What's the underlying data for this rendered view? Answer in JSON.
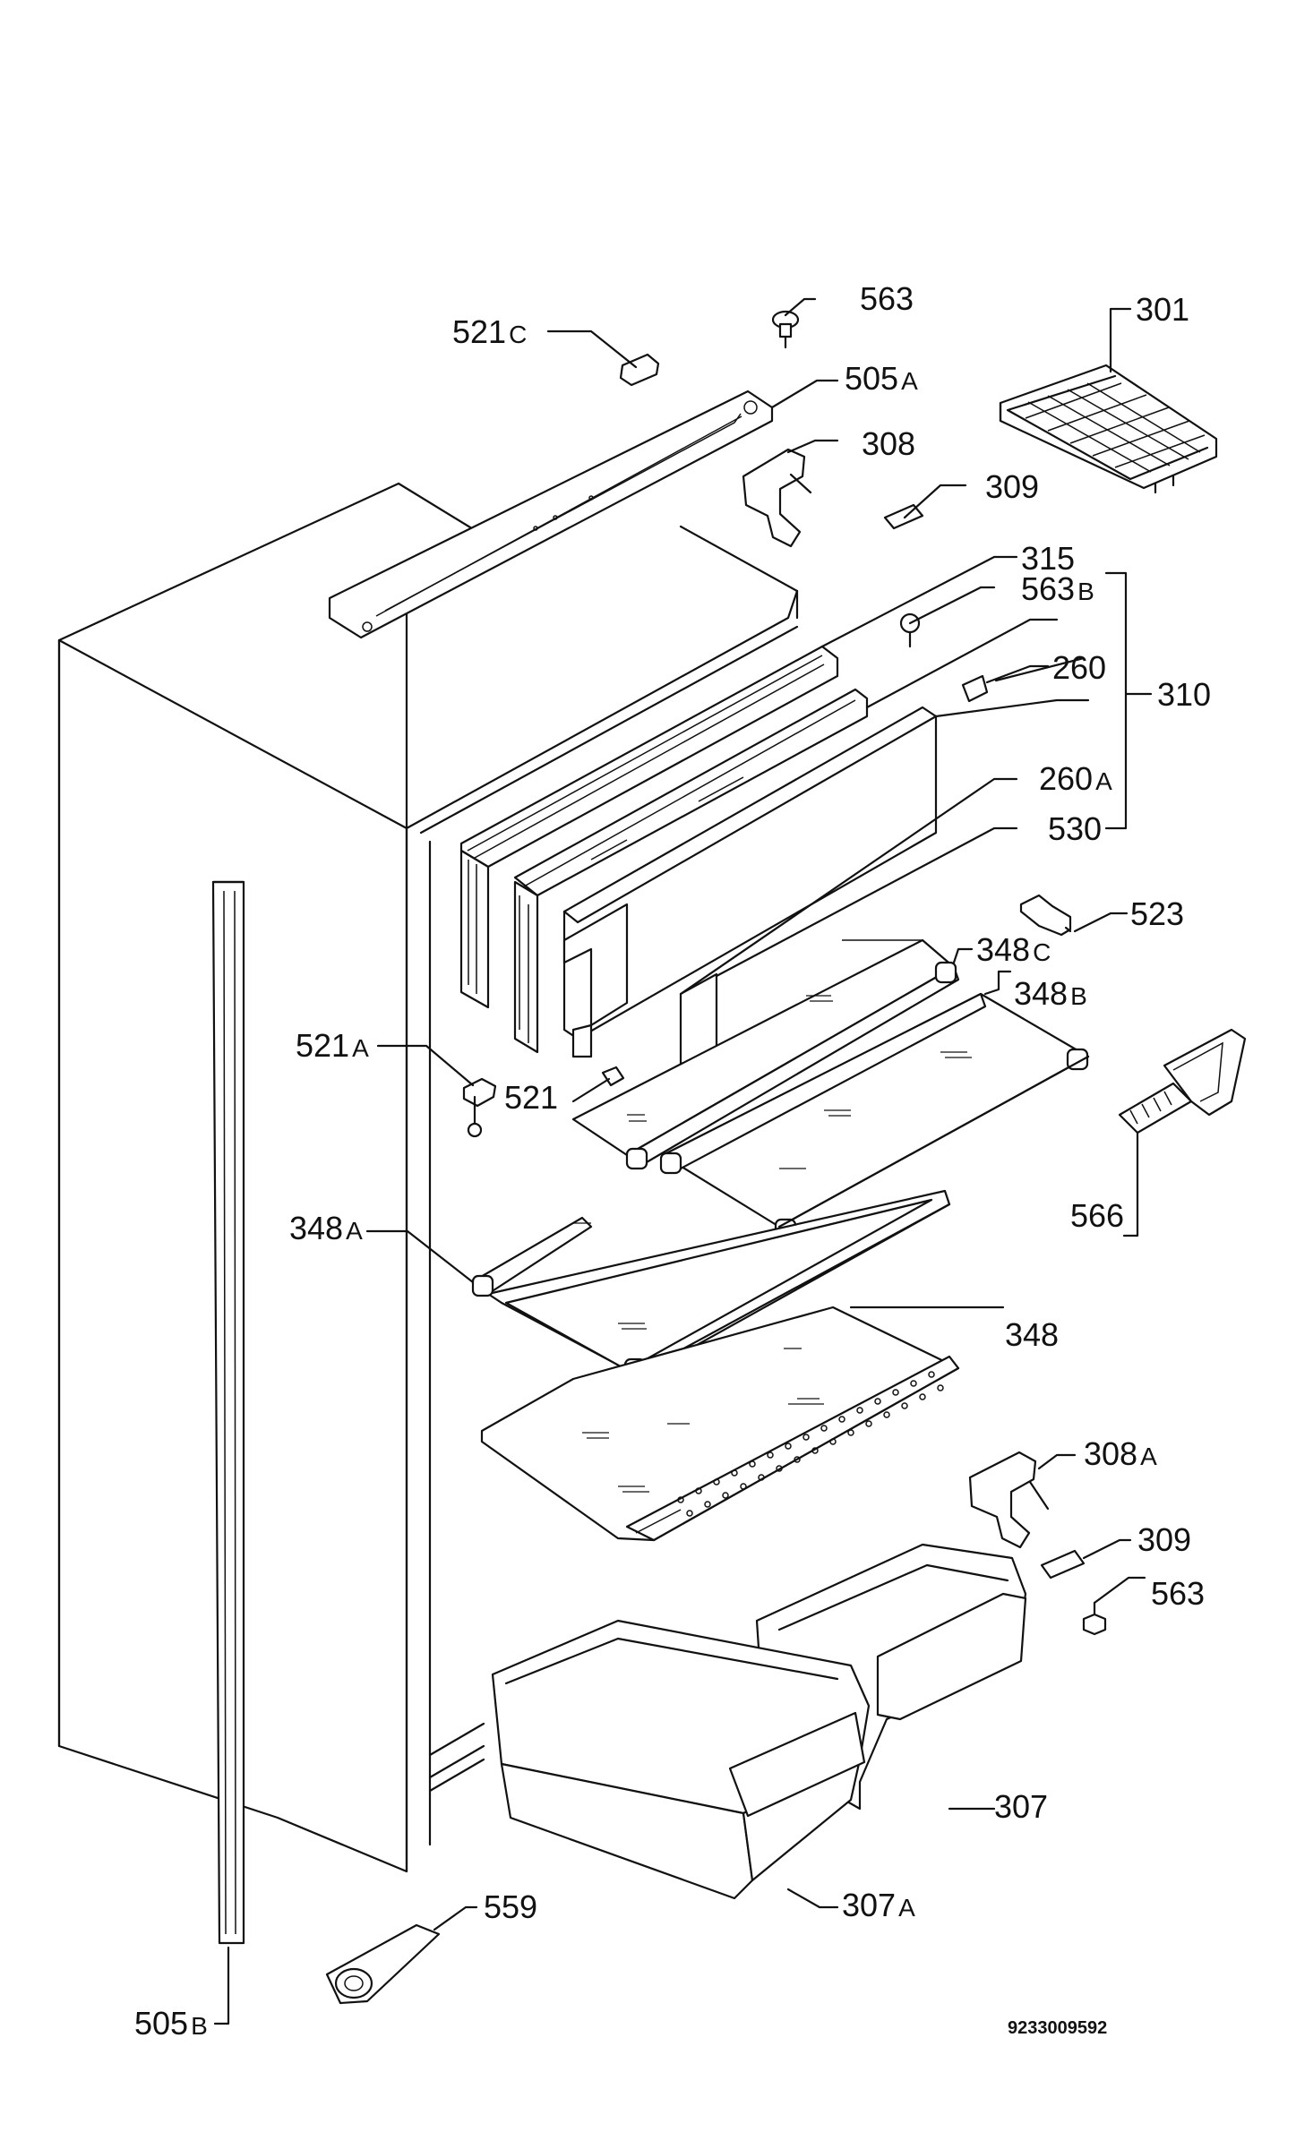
{
  "diagram": {
    "labels": {
      "l563_top": {
        "num": "563",
        "suf": ""
      },
      "l521c": {
        "num": "521",
        "suf": "C"
      },
      "l301": {
        "num": "301",
        "suf": ""
      },
      "l505a": {
        "num": "505",
        "suf": "A"
      },
      "l308": {
        "num": "308",
        "suf": ""
      },
      "l309_top": {
        "num": "309",
        "suf": ""
      },
      "l315": {
        "num": "315",
        "suf": ""
      },
      "l563b": {
        "num": "563",
        "suf": "B"
      },
      "l260": {
        "num": "260",
        "suf": ""
      },
      "l310": {
        "num": "310",
        "suf": ""
      },
      "l260a": {
        "num": "260",
        "suf": "A"
      },
      "l530": {
        "num": "530",
        "suf": ""
      },
      "l523": {
        "num": "523",
        "suf": ""
      },
      "l348c": {
        "num": "348",
        "suf": "C"
      },
      "l348b": {
        "num": "348",
        "suf": "B"
      },
      "l521a": {
        "num": "521",
        "suf": "A"
      },
      "l521": {
        "num": "521",
        "suf": ""
      },
      "l566": {
        "num": "566",
        "suf": ""
      },
      "l348a": {
        "num": "348",
        "suf": "A"
      },
      "l348": {
        "num": "348",
        "suf": ""
      },
      "l308a": {
        "num": "308",
        "suf": "A"
      },
      "l309_bot": {
        "num": "309",
        "suf": ""
      },
      "l563_bot": {
        "num": "563",
        "suf": ""
      },
      "l307": {
        "num": "307",
        "suf": ""
      },
      "l307a": {
        "num": "307",
        "suf": "A"
      },
      "l559": {
        "num": "559",
        "suf": ""
      },
      "l505b": {
        "num": "505",
        "suf": "B"
      }
    },
    "drawing_code": "9233009592"
  }
}
